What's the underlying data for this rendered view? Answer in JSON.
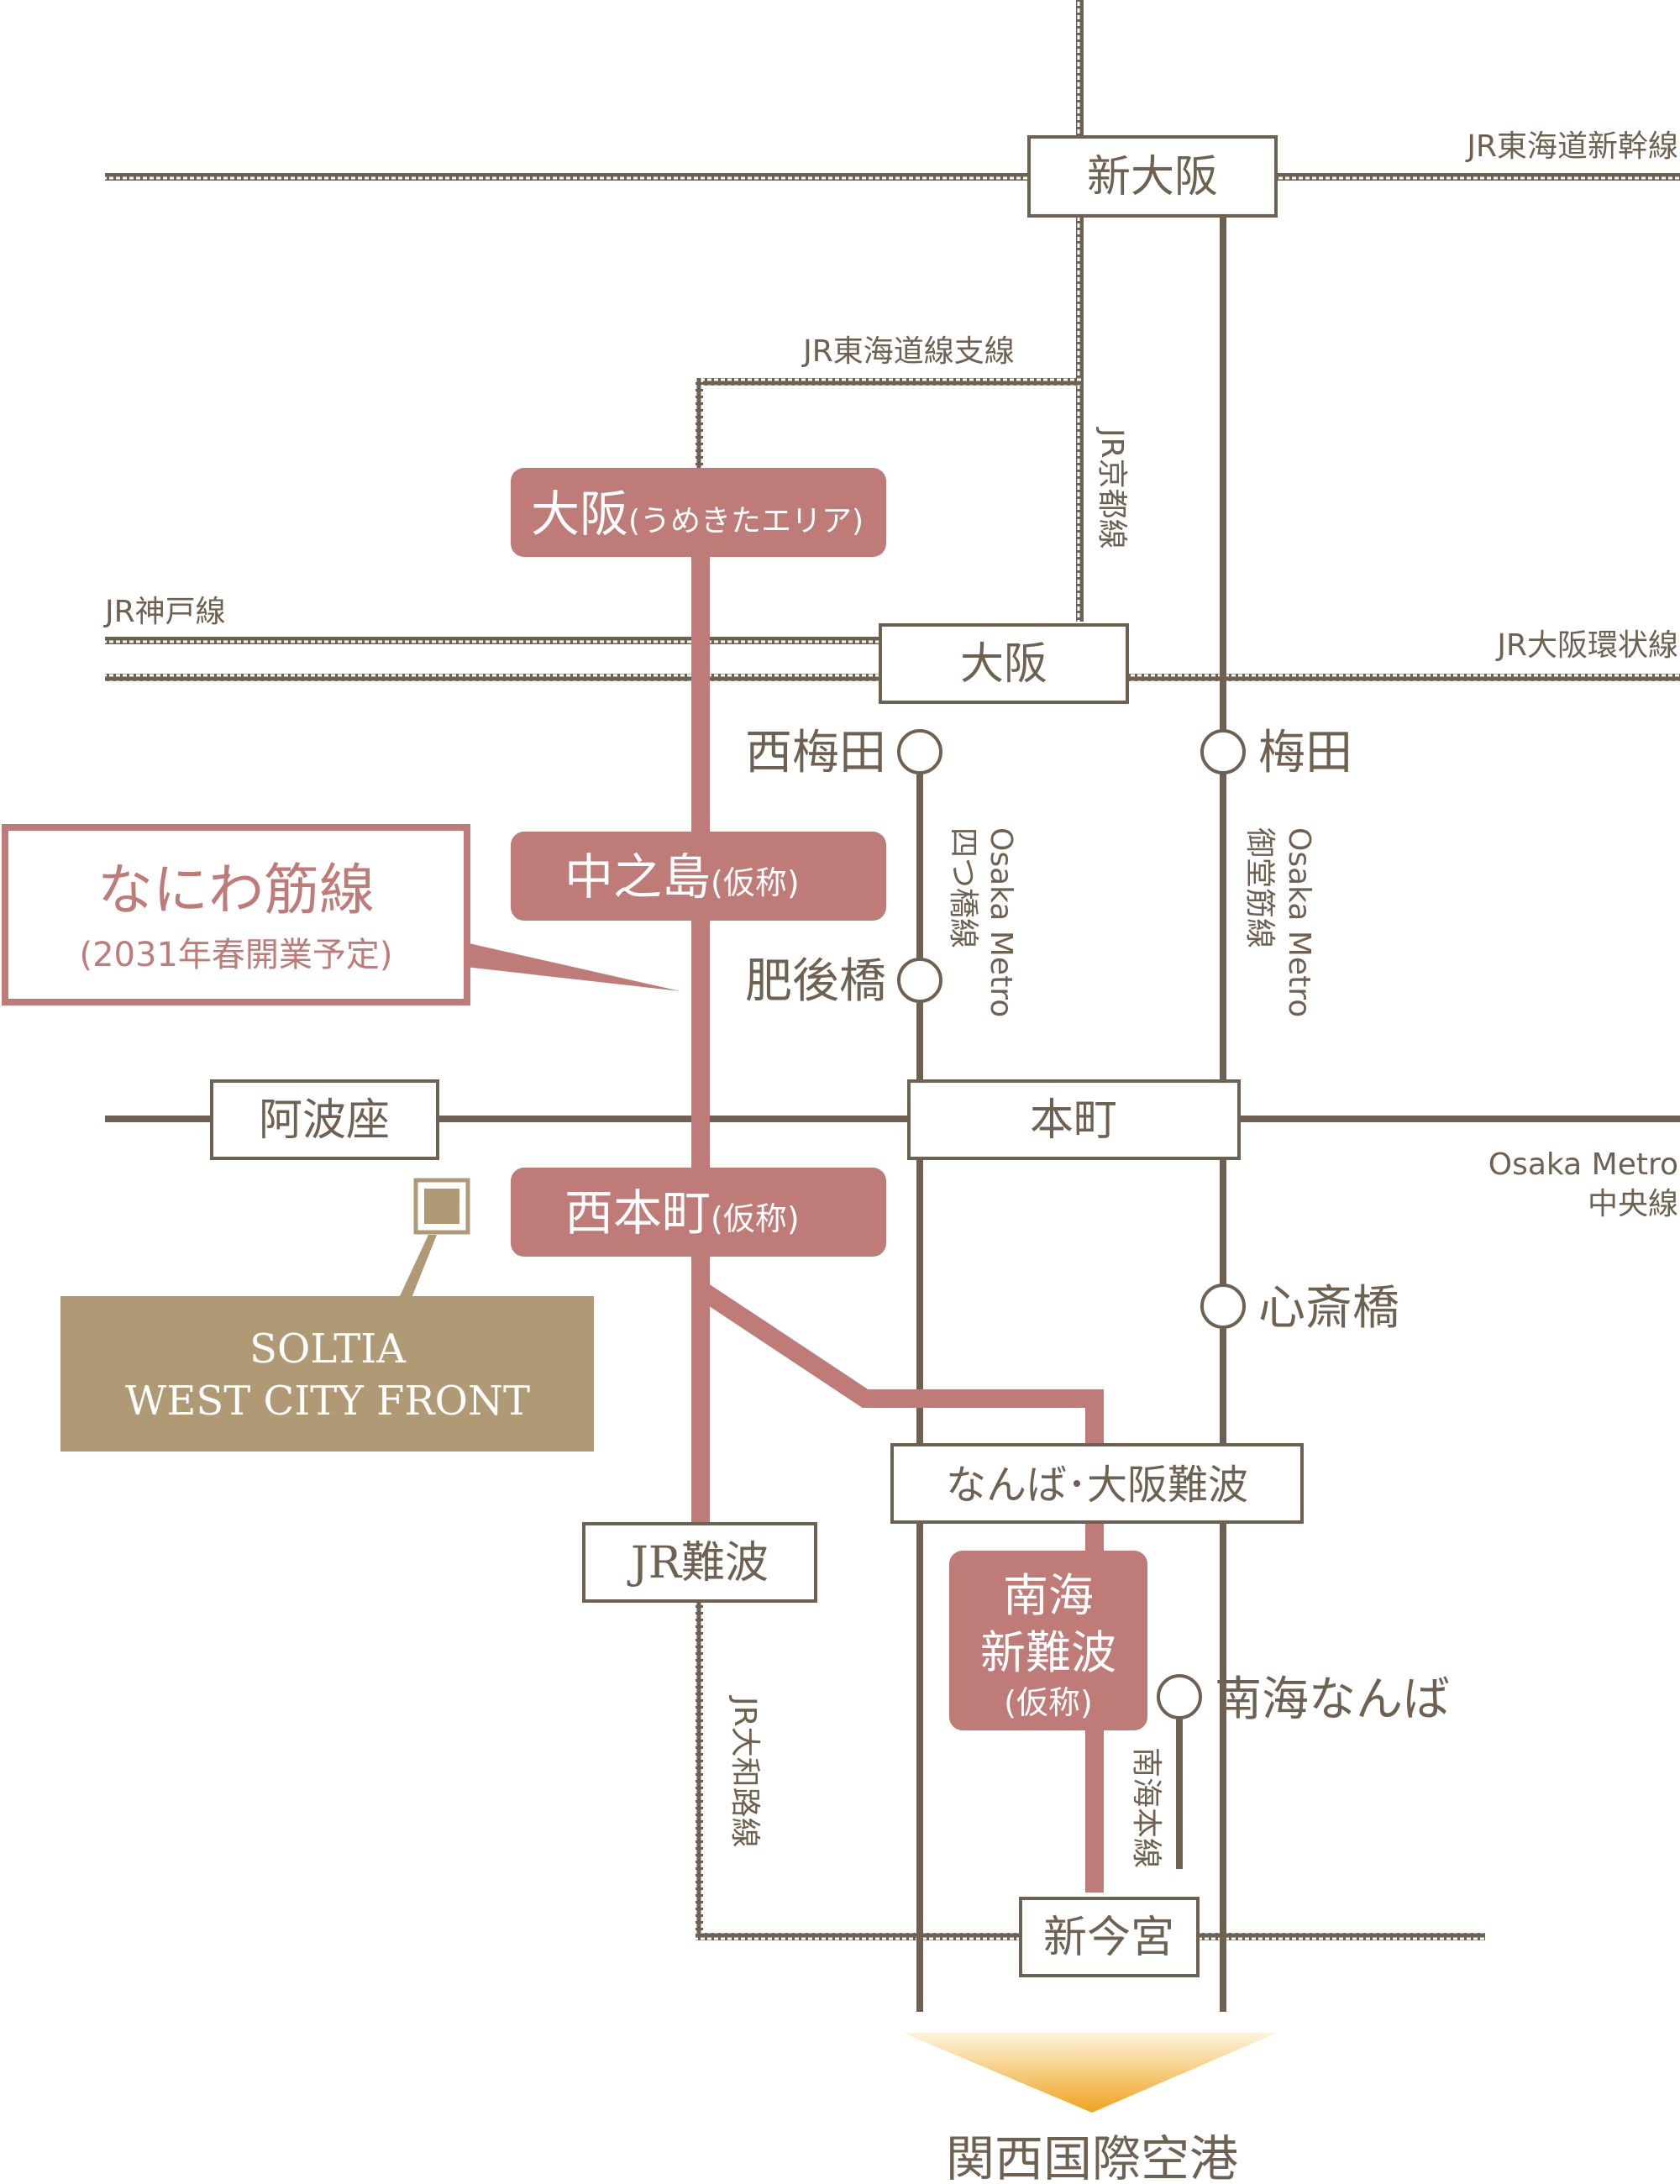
{
  "colors": {
    "line": "#6e6152",
    "pink": "#bf7b78",
    "gold": "#b09a76",
    "white": "#ffffff"
  },
  "stations": {
    "shin_osaka": "新大阪",
    "osaka_umekita_main": "大阪",
    "osaka_umekita_sub": "(うめきたエリア)",
    "osaka": "大阪",
    "nishi_umeda": "西梅田",
    "umeda": "梅田",
    "nakanoshima_main": "中之島",
    "nakanoshima_sub": "(仮称)",
    "higobashi": "肥後橋",
    "awaza": "阿波座",
    "hommachi": "本町",
    "nishi_hommachi_main": "西本町",
    "nishi_hommachi_sub": "(仮称)",
    "shinsaibashi": "心斎橋",
    "namba_osaka_namba": "なんば･大阪難波",
    "jr_namba": "JR難波",
    "nankai_shin_namba_1": "南海",
    "nankai_shin_namba_2": "新難波",
    "nankai_shin_namba_3": "(仮称)",
    "nankai_namba": "南海なんば",
    "shin_imamiya": "新今宮",
    "kansai_airport": "関西国際空港"
  },
  "lines": {
    "jr_tokaido_shinkansen": "JR東海道新幹線",
    "jr_tokaido_branch": "JR東海道線支線",
    "jr_kyoto": "JR京都線",
    "jr_kobe": "JR神戸線",
    "jr_osaka_loop": "JR大阪環状線",
    "metro_yotsubashi_1": "Osaka Metro",
    "metro_yotsubashi_2": "四つ橋線",
    "metro_midosuji_1": "Osaka Metro",
    "metro_midosuji_2": "御堂筋線",
    "metro_chuo_1": "Osaka Metro",
    "metro_chuo_2": "中央線",
    "jr_yamatoji": "JR大和路線",
    "nankai_main": "南海本線"
  },
  "naniwasuji": {
    "title": "なにわ筋線",
    "subtitle": "(2031年春開業予定)"
  },
  "property": {
    "name_line1": "SOLTIA",
    "name_line2": "WEST CITY FRONT"
  }
}
